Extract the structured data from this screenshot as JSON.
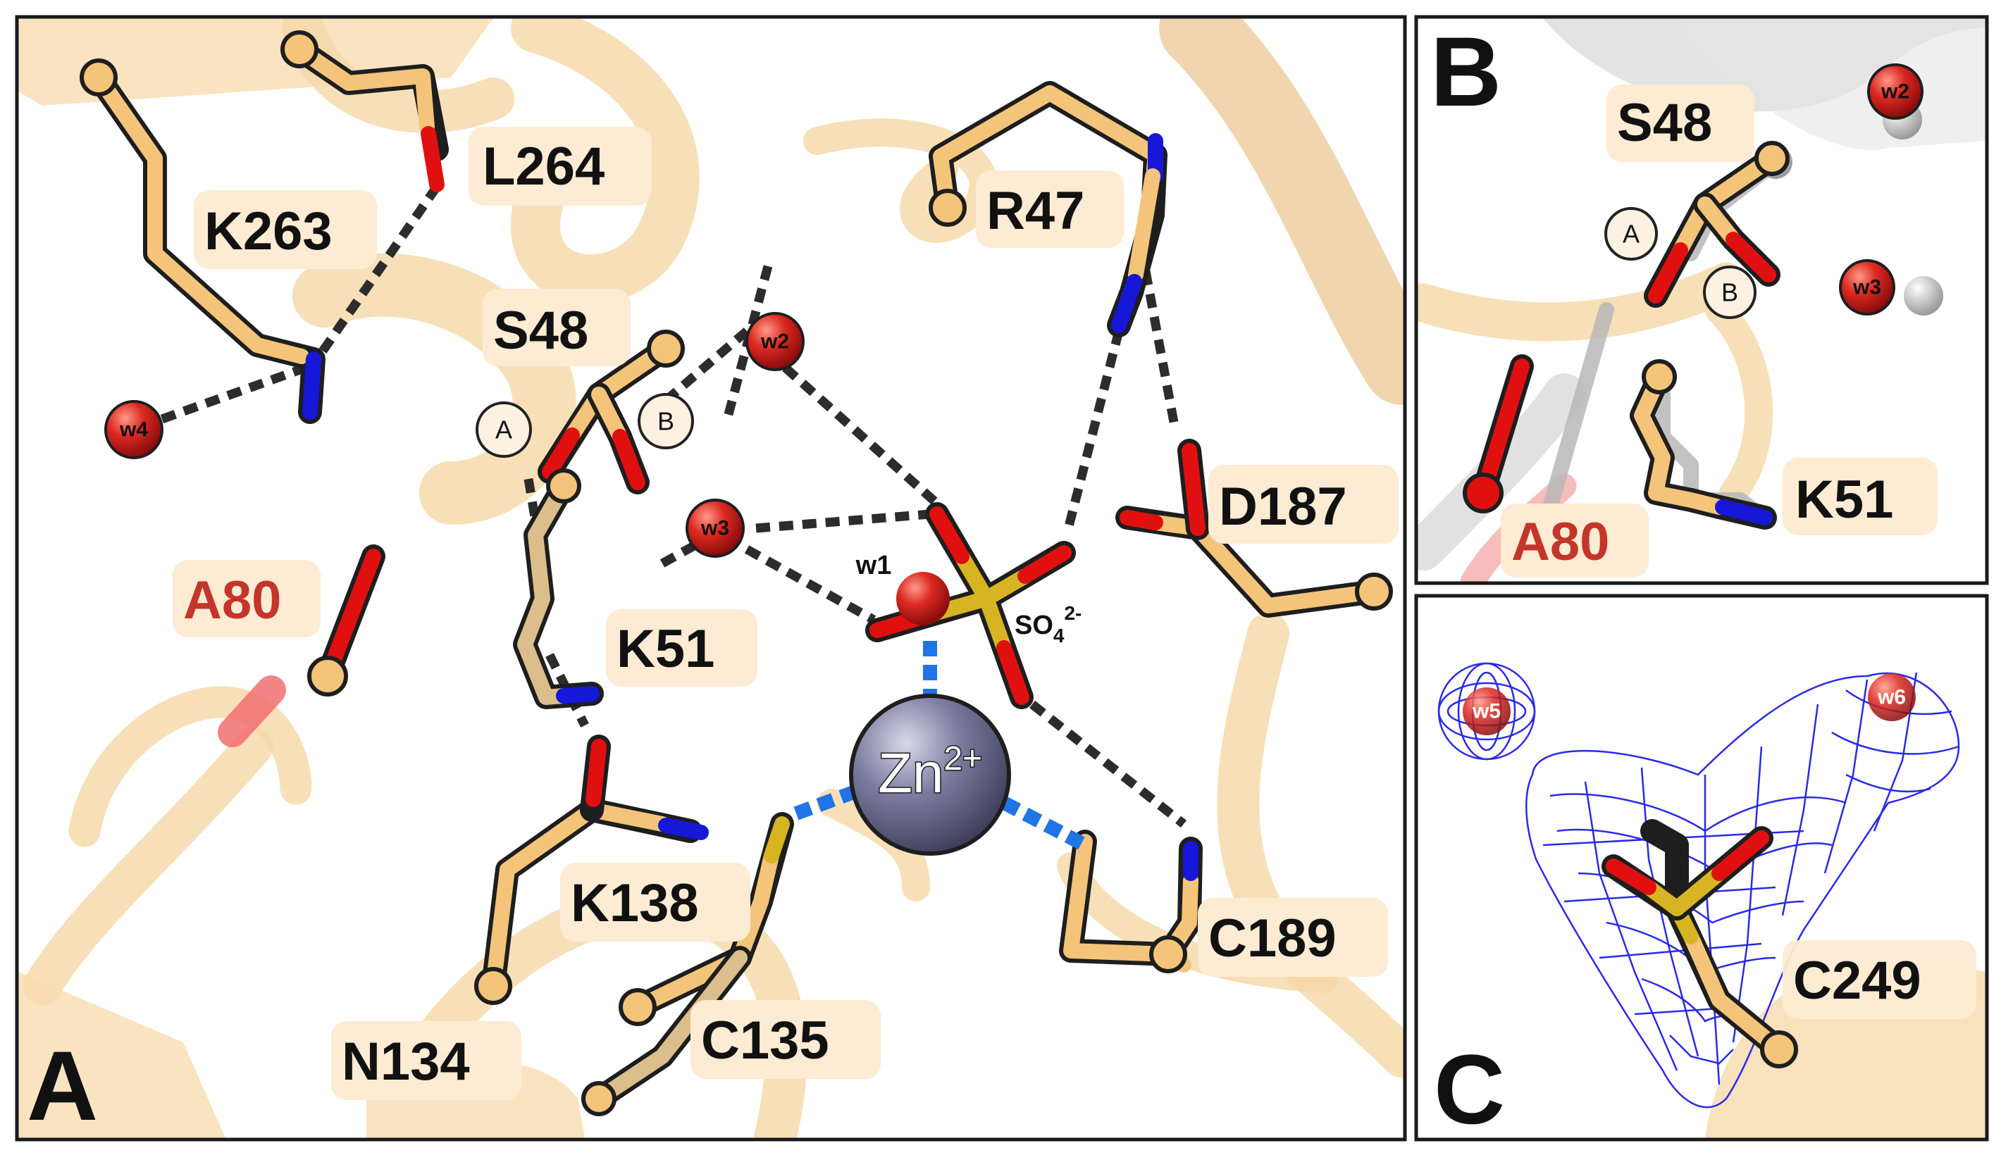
{
  "panels": {
    "a": {
      "letter": "A"
    },
    "b": {
      "letter": "B"
    },
    "c": {
      "letter": "C"
    }
  },
  "residues": {
    "l264": "L264",
    "k263": "K263",
    "r47": "R47",
    "s48": "S48",
    "d187": "D187",
    "a80": "A80",
    "k51": "K51",
    "k138": "K138",
    "c189": "C189",
    "n134": "N134",
    "c135": "C135",
    "b_s48": "S48",
    "b_k51": "K51",
    "b_a80": "A80",
    "c_c249": "C249"
  },
  "waters": {
    "w1": "w1",
    "w2": "w2",
    "w3": "w3",
    "w4": "w4",
    "w5": "w5",
    "w6": "w6"
  },
  "ligands": {
    "zinc_base": "Zn",
    "zinc_charge": "2+",
    "sulfate_base": "SO",
    "sulfate_sub": "4",
    "sulfate_charge": "2-"
  },
  "conformers": {
    "a": "A",
    "b": "B"
  },
  "colors": {
    "carbon": "#f3c47a",
    "oxygen": "#e01010",
    "nitrogen": "#1717d8",
    "sulfur": "#d7b422",
    "zinc": "#6f6f8f",
    "water": "#d42020",
    "hbond": "#2c2c2c",
    "metal_coordination": "#1f74e6",
    "density_mesh": "#2a2ae6",
    "alt_structure": "#b7b7b7",
    "highlight_label": "#c4352a"
  }
}
